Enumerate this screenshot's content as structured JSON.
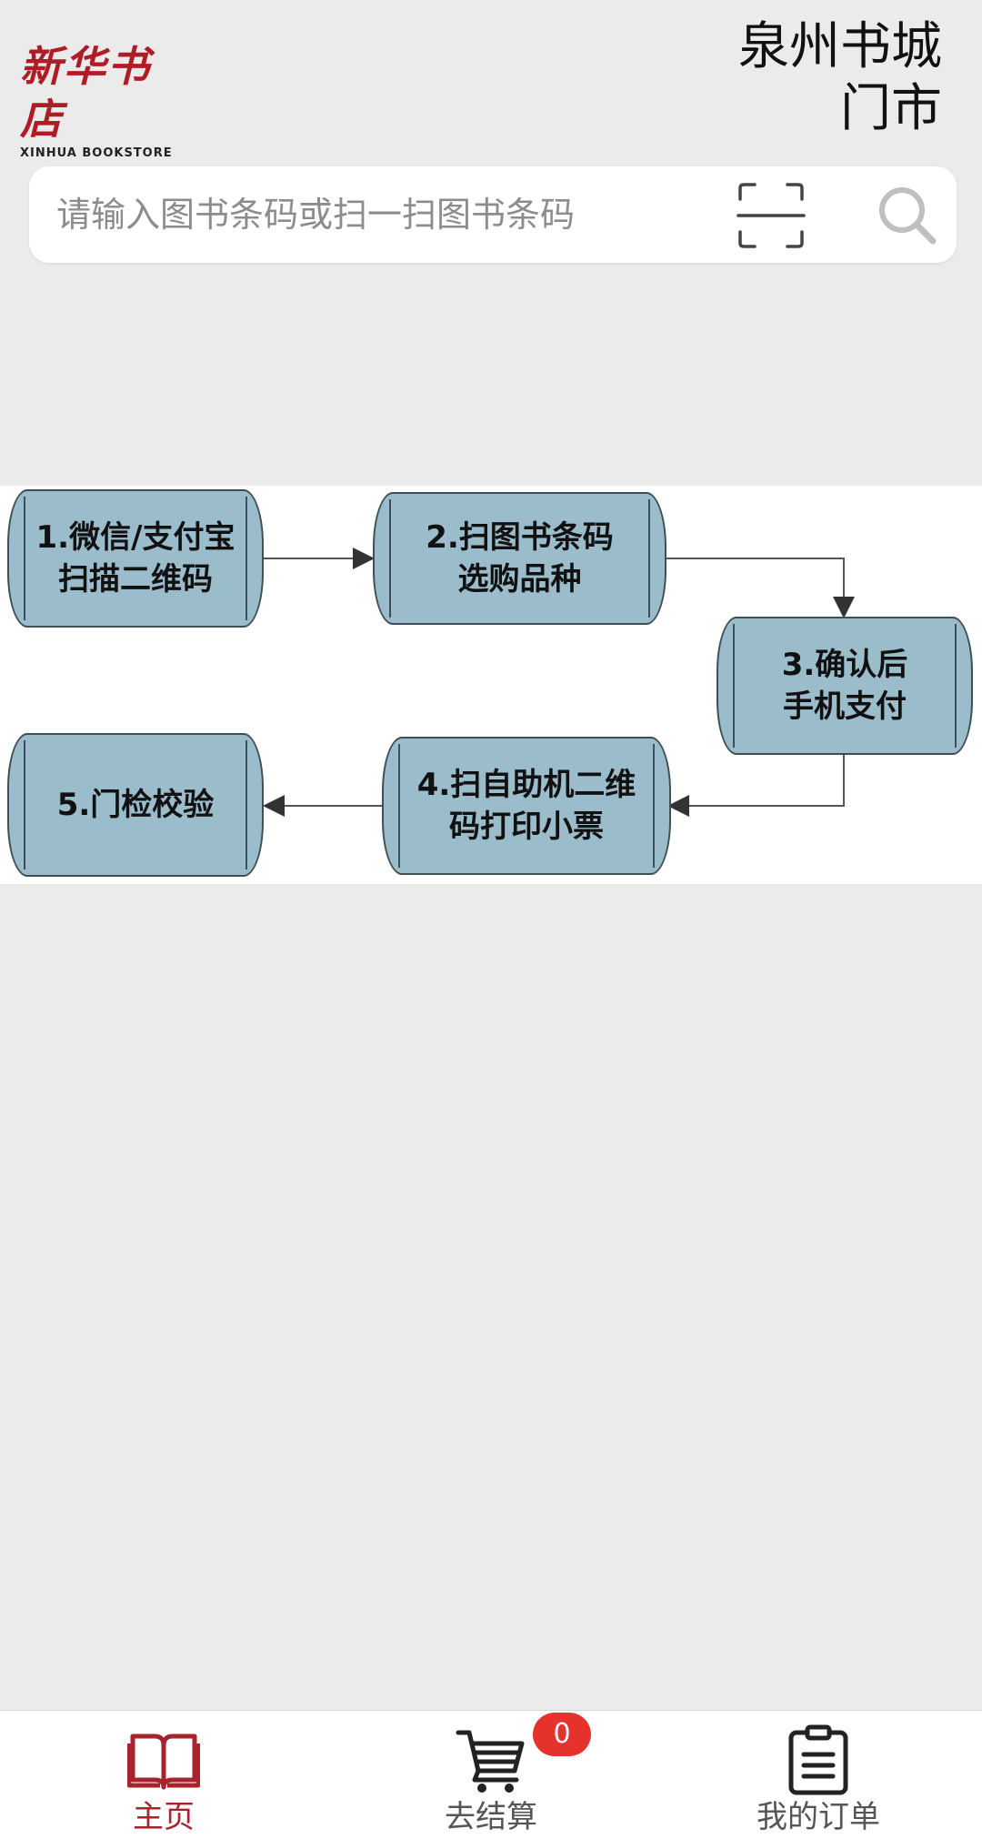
{
  "header": {
    "logo_cn": "新华书店",
    "logo_en": "XINHUA BOOKSTORE",
    "store_name_line1": "泉州书城",
    "store_name_line2": "门市"
  },
  "search": {
    "placeholder": "请输入图书条码或扫一扫图书条码",
    "value": "",
    "scan_icon": "scan-icon",
    "search_icon": "search-icon"
  },
  "flow": {
    "steps": [
      {
        "label": "1.微信/支付宝\n扫描二维码"
      },
      {
        "label": "2.扫图书条码\n选购品种"
      },
      {
        "label": "3.确认后\n手机支付"
      },
      {
        "label": "4.扫自助机二维\n码打印小票"
      },
      {
        "label": "5.门检校验"
      }
    ]
  },
  "nav": {
    "items": [
      {
        "label": "主页",
        "icon": "book-icon",
        "active": true
      },
      {
        "label": "去结算",
        "icon": "cart-icon",
        "badge": "0",
        "active": false
      },
      {
        "label": "我的订单",
        "icon": "clipboard-icon",
        "active": false
      }
    ]
  },
  "colors": {
    "brand": "#b01c26",
    "active": "#a8232b",
    "badge": "#e5322d",
    "step_fill": "#9bbccb",
    "page_bg": "#ebebeb"
  }
}
